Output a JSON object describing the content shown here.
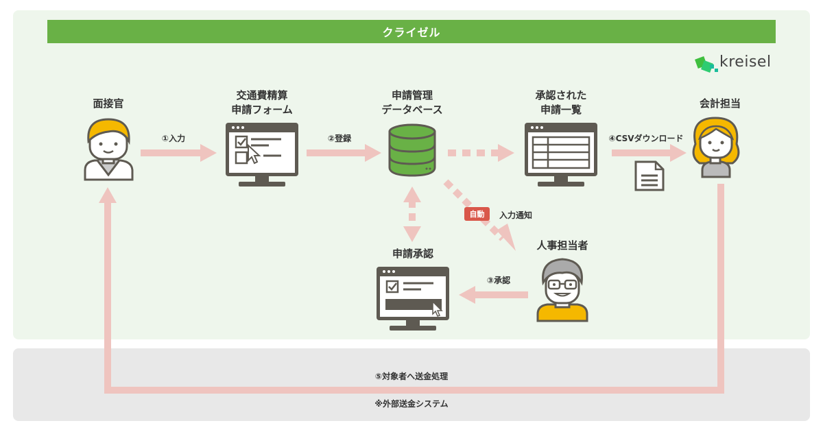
{
  "banner": {
    "title": "クライゼル"
  },
  "logo": {
    "text": "kreisel"
  },
  "nodes": {
    "interviewer": "面接官",
    "expense_form": [
      "交通費精算",
      "申請フォーム"
    ],
    "database": [
      "申請管理",
      "データベース"
    ],
    "approved_list": [
      "承認された",
      "申請一覧"
    ],
    "accountant": "会計担当",
    "approval": "申請承認",
    "hr": "人事担当者"
  },
  "edges": {
    "input": "①入力",
    "register": "②登録",
    "approve": "③承認",
    "csv_download": "④CSVダウンロード",
    "transfer": "⑤対象者へ送金処理",
    "auto_notify": "入力通知"
  },
  "badge": {
    "auto": "自動"
  },
  "external": {
    "system": "※外部送金システム"
  },
  "colors": {
    "green": "#69b146",
    "arrow": "#efc4bf",
    "screen": "#5e5a52",
    "badge": "#d9574a"
  }
}
